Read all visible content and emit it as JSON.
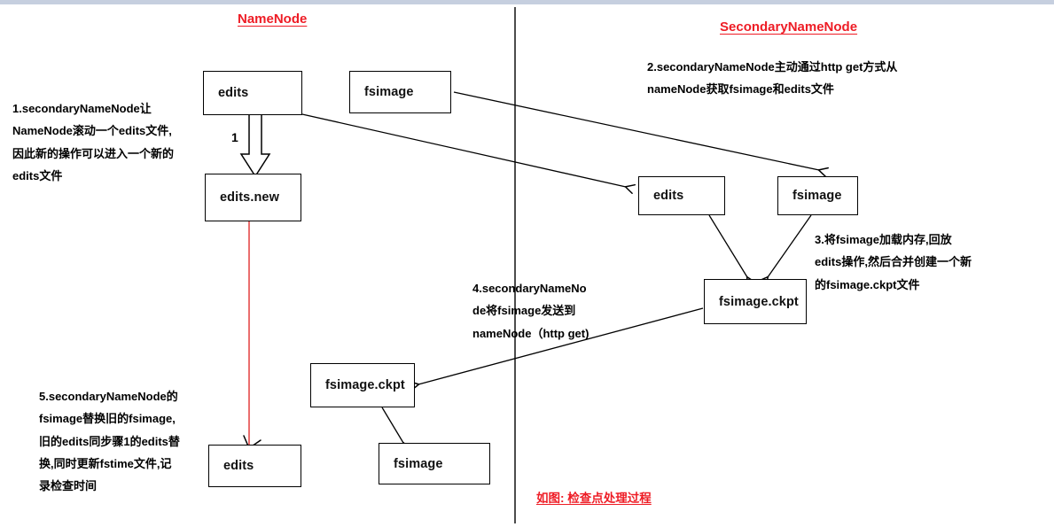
{
  "diagram": {
    "caption": "如图: 检查点处理过程",
    "accent_color": "#ee1c25",
    "line_color": "#000000",
    "red_arrow_color": "#e03030"
  },
  "columns": {
    "left_title": "NameNode",
    "right_title": "SecondaryNameNode"
  },
  "nodes": {
    "nn_edits": "edits",
    "nn_fsimage": "fsimage",
    "nn_edits_new": "edits.new",
    "snn_edits": "edits",
    "snn_fsimage": "fsimage",
    "snn_fsimage_ckpt": "fsimage.ckpt",
    "nn_fsimage_ckpt": "fsimage.ckpt",
    "nn_edits_final": "edits",
    "nn_fsimage_final": "fsimage"
  },
  "edge_labels": {
    "roll": "1"
  },
  "notes": {
    "step1": "1.secondaryNameNode让\nNameNode滚动一个edits文件,\n因此新的操作可以进入一个新的\nedits文件",
    "step2": "2.secondaryNameNode主动通过http get方式从\nnameNode获取fsimage和edits文件",
    "step3": "3.将fsimage加载内存,回放\nedits操作,然后合并创建一个新\n的fsimage.ckpt文件",
    "step4": "4.secondaryNameNo\nde将fsimage发送到\nnameNode（http get)",
    "step5": "5.secondaryNameNode的\nfsimage替换旧的fsimage,\n旧的edits同步骤1的edits替\n换,同时更新fstime文件,记\n录检查时间"
  }
}
